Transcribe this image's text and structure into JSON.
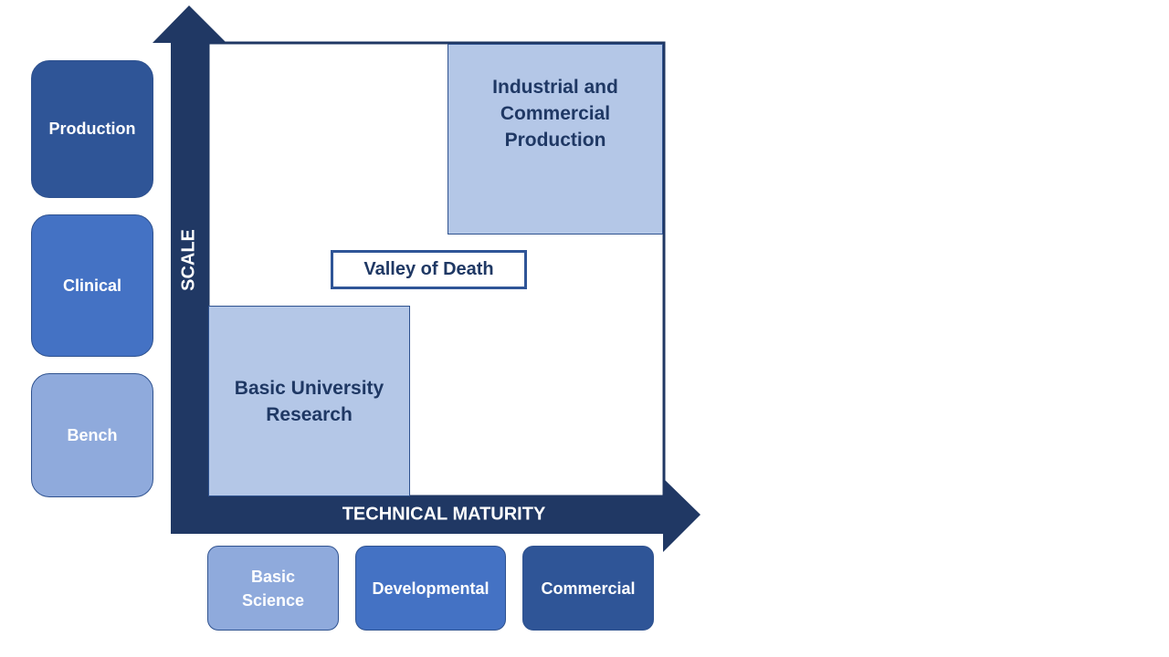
{
  "colors": {
    "axis": "#203864",
    "production": "#2f5597",
    "clinical": "#4472c4",
    "bench": "#8faadc",
    "quadrant": "#b4c7e7",
    "quadrant_text": "#1f3864"
  },
  "scale_levels": [
    "Production",
    "Clinical",
    "Bench"
  ],
  "maturity_levels": [
    "Basic Science",
    "Developmental",
    "Commercial"
  ],
  "axes": {
    "y_label": "SCALE",
    "x_label": "TECHNICAL MATURITY"
  },
  "regions": {
    "top_right": "Industrial and Commercial Production",
    "middle": "Valley of Death",
    "bottom_left": "Basic University Research"
  }
}
